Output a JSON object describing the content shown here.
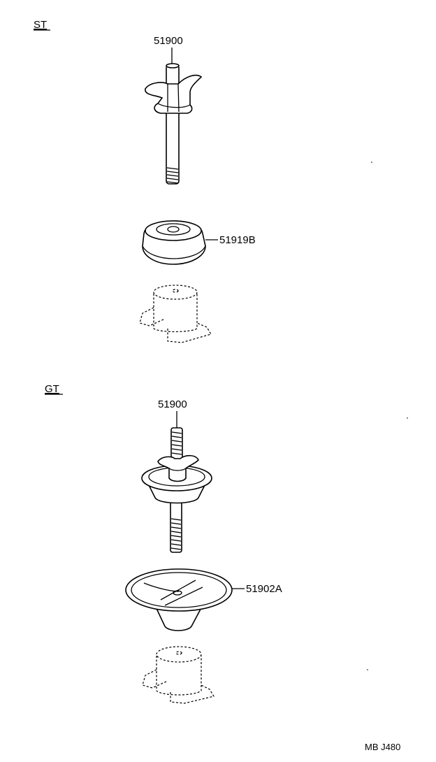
{
  "sections": {
    "st": {
      "label": "ST",
      "part_stud": "51900",
      "part_cap": "51919B"
    },
    "gt": {
      "label": "GT",
      "part_stud": "51900",
      "part_cup": "51902A"
    }
  },
  "drawing_code": "MB J480"
}
